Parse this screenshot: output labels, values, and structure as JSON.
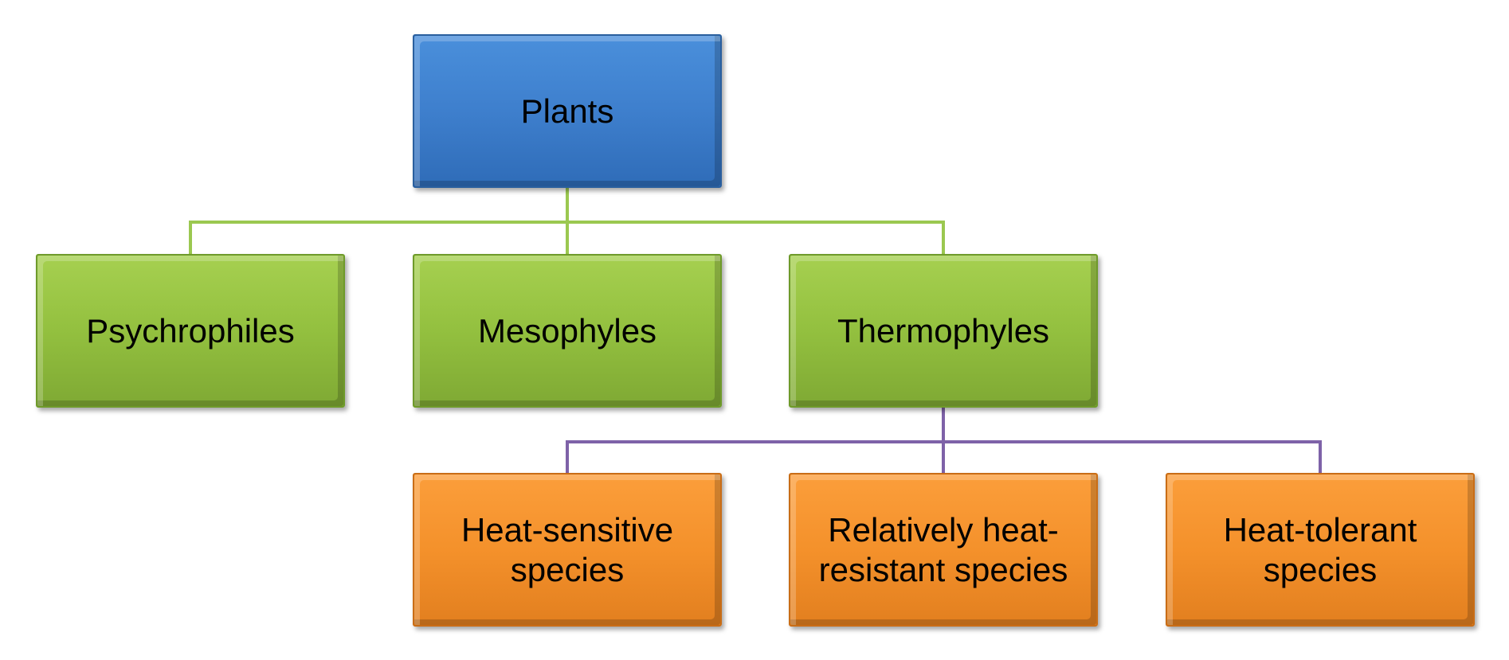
{
  "diagram": {
    "root": {
      "label": "Plants",
      "color": "#3e7fcd"
    },
    "level1": [
      {
        "label": "Psychrophiles",
        "color": "#93c03f"
      },
      {
        "label": "Mesophyles",
        "color": "#93c03f"
      },
      {
        "label": "Thermophyles",
        "color": "#93c03f"
      }
    ],
    "level2": [
      {
        "label": "Heat-sensitive species",
        "color": "#f4912b"
      },
      {
        "label": "Relatively heat-resistant species",
        "color": "#f4912b"
      },
      {
        "label": "Heat-tolerant species",
        "color": "#f4912b"
      }
    ],
    "connector_colors": {
      "green": "#9bc850",
      "purple": "#7e62a8"
    }
  }
}
